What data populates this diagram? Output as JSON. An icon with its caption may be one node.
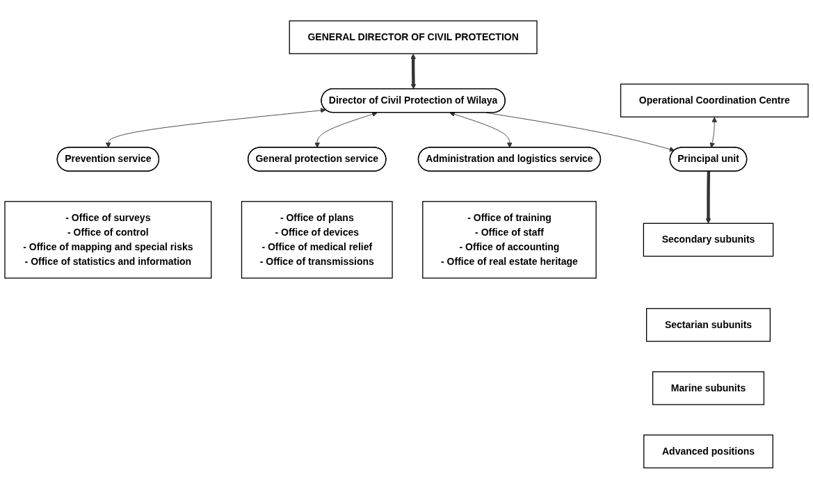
{
  "diagram": {
    "nodes": [
      {
        "text": [
          "GENERAL DIRECTOR OF CIVIL PROTECTION"
        ]
      },
      {
        "text": [
          "Director of Civil Protection of Wilaya"
        ]
      },
      {
        "text": [
          "Operational Coordination Centre"
        ]
      },
      {
        "text": [
          "Prevention service"
        ]
      },
      {
        "text": [
          "General protection service"
        ]
      },
      {
        "text": [
          "Administration and logistics service"
        ]
      },
      {
        "text": [
          "Principal unit"
        ]
      },
      {
        "text": [
          "- Office of surveys",
          "- Office of control",
          "- Office of mapping and special risks",
          "- Office of statistics and information"
        ]
      },
      {
        "text": [
          "- Office of plans",
          "- Office of devices",
          "- Office of medical relief",
          "- Office of transmissions"
        ]
      },
      {
        "text": [
          "- Office of training",
          "- Office of staff",
          "- Office of accounting",
          "- Office of real estate heritage"
        ]
      },
      {
        "text": [
          "Secondary subunits"
        ]
      },
      {
        "text": [
          "Sectarian subunits"
        ]
      },
      {
        "text": [
          "Marine subunits"
        ]
      },
      {
        "text": [
          "Advanced positions"
        ]
      }
    ],
    "edges": [
      {
        "from": 0,
        "to": 1,
        "arrow": "both",
        "style": "thick"
      },
      {
        "from": 1,
        "to": 3,
        "arrow": "both"
      },
      {
        "from": 1,
        "to": 4,
        "arrow": "both"
      },
      {
        "from": 1,
        "to": 5,
        "arrow": "both"
      },
      {
        "from": 1,
        "to": 6,
        "arrow": "to"
      },
      {
        "from": 2,
        "to": 6,
        "arrow": "both"
      },
      {
        "from": 6,
        "to": 10,
        "arrow": "to",
        "style": "thick"
      }
    ]
  }
}
